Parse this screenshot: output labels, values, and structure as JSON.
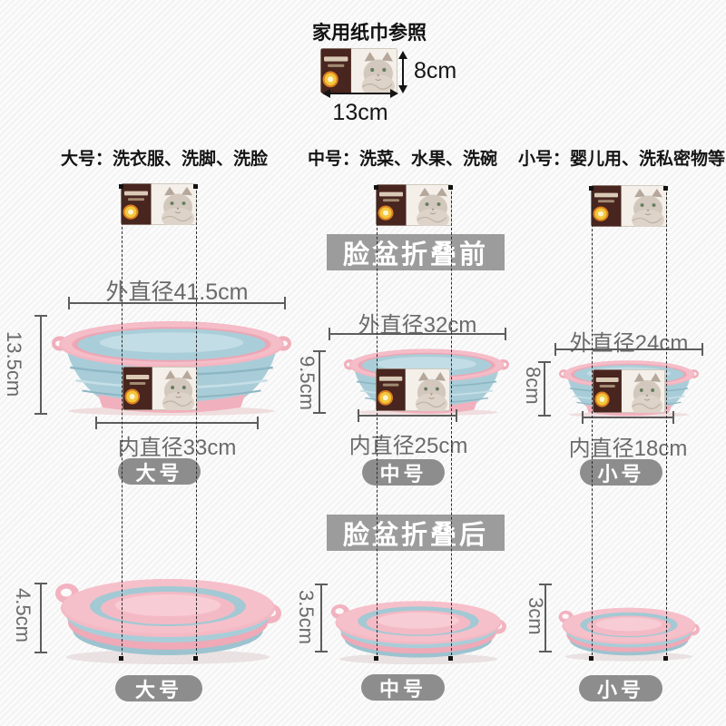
{
  "page": {
    "title": "家用纸巾参照"
  },
  "reference": {
    "height": "8cm",
    "width": "13cm"
  },
  "banners": {
    "before": "脸盆折叠前",
    "after": "脸盆折叠后"
  },
  "sizes": [
    {
      "header": "大号：洗衣服、洗脚、洗脸",
      "label": "大号",
      "outer_diameter": "外直径41.5cm",
      "inner_diameter": "内直径33cm",
      "open_height": "13.5cm",
      "folded_height": "4.5cm"
    },
    {
      "header": "中号：洗菜、水果、洗碗",
      "label": "中号",
      "outer_diameter": "外直径32cm",
      "inner_diameter": "内直径25cm",
      "open_height": "9.5cm",
      "folded_height": "3.5cm"
    },
    {
      "header": "小号：婴儿用、洗私密物等",
      "label": "小号",
      "outer_diameter": "外直径24cm",
      "inner_diameter": "内直径18cm",
      "open_height": "8cm",
      "folded_height": "3cm"
    }
  ],
  "colors": {
    "basin_pink": "#f4b9c4",
    "basin_blue": "#a9cdd8",
    "banner_bg": "#9c9c9c",
    "pill_bg": "#8d8d8d",
    "measure_text": "#6a6a6a",
    "tissue_brown": "#48251e"
  }
}
